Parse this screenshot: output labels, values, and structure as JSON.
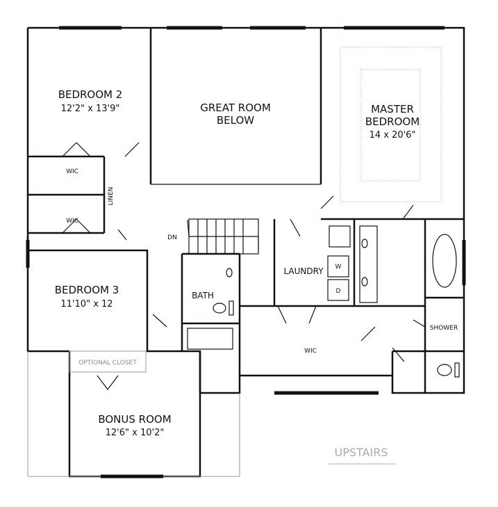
{
  "rooms": {
    "bedroom2": {
      "name": "BEDROOM 2",
      "dims": "12'2\" x 13'9\""
    },
    "great_room": {
      "name": "GREAT ROOM",
      "sub": "BELOW"
    },
    "master": {
      "name": "MASTER",
      "name2": "BEDROOM",
      "dims": "14 x 20'6\""
    },
    "wic1": "WIC",
    "wic2": "WIC",
    "linen": "LINEN",
    "dn": "DN",
    "bedroom3": {
      "name": "BEDROOM 3",
      "dims": "11'10\" x 12"
    },
    "bath": "BATH",
    "laundry": "LAUNDRY",
    "washer": "W",
    "dryer": "D",
    "master_wic": "WIC",
    "shower": "SHOWER",
    "optional_closet": "OPTIONAL CLOSET",
    "bonus": {
      "name": "BONUS ROOM",
      "dims": "12'6\" x 10'2\""
    }
  },
  "plan_title": "UPSTAIRS"
}
